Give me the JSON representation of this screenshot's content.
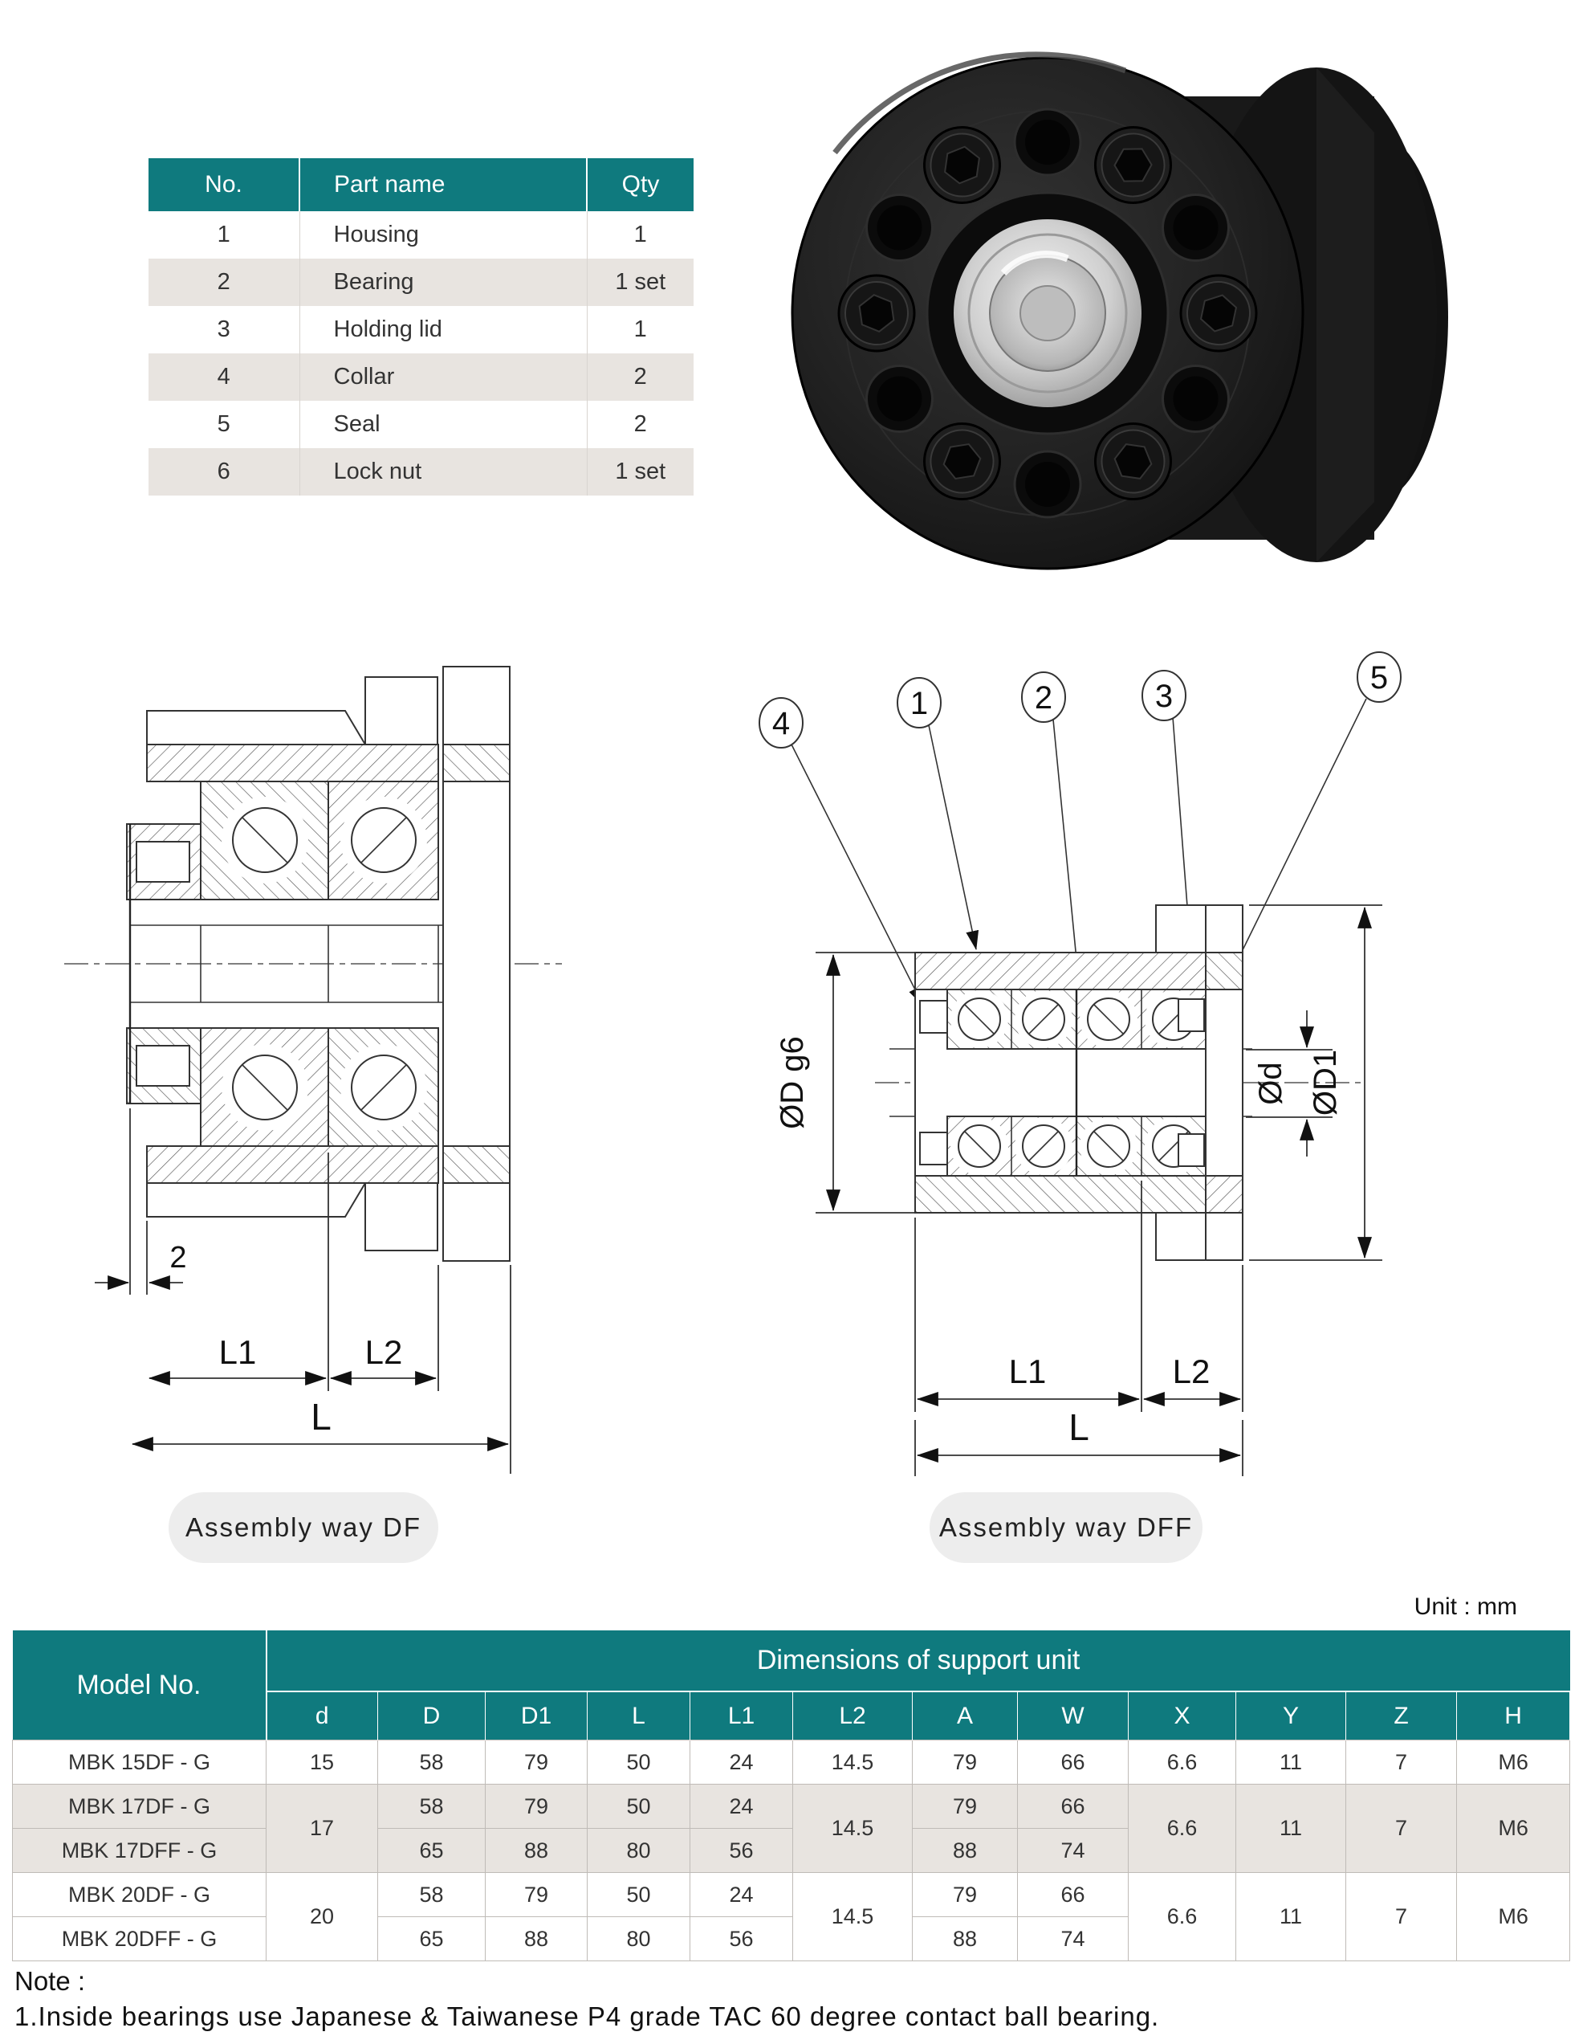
{
  "colors": {
    "teal": "#0f7a7e",
    "row_alt": "#e8e4e0",
    "pill_bg": "#ededed",
    "photo_black": "#1a1a1a",
    "metal_silver": "#d9d9d9"
  },
  "parts_table": {
    "headers": [
      "No.",
      "Part name",
      "Qty"
    ],
    "rows": [
      {
        "no": "1",
        "name": "Housing",
        "qty": "1"
      },
      {
        "no": "2",
        "name": "Bearing",
        "qty": "1 set"
      },
      {
        "no": "3",
        "name": "Holding lid",
        "qty": "1"
      },
      {
        "no": "4",
        "name": "Collar",
        "qty": "2"
      },
      {
        "no": "5",
        "name": "Seal",
        "qty": "2"
      },
      {
        "no": "6",
        "name": "Lock nut",
        "qty": "1 set"
      }
    ]
  },
  "drawings": {
    "df": {
      "label": "Assembly way DF",
      "dim_gap": "2",
      "dim_l1": "L1",
      "dim_l2": "L2",
      "dim_l": "L"
    },
    "dff": {
      "label": "Assembly way DFF",
      "balloons": [
        "1",
        "2",
        "3",
        "4",
        "5"
      ],
      "dim_dg6": "ØD g6",
      "dim_d": "Ød",
      "dim_d1": "ØD1",
      "dim_l1": "L1",
      "dim_l2": "L2",
      "dim_l": "L"
    }
  },
  "unit_label": "Unit : mm",
  "dimensions_table": {
    "model_header": "Model No.",
    "title": "Dimensions of support unit",
    "columns": [
      "d",
      "D",
      "D1",
      "L",
      "L1",
      "L2",
      "A",
      "W",
      "X",
      "Y",
      "Z",
      "H"
    ],
    "rows": [
      {
        "cells": [
          "MBK 15DF - G",
          "15",
          "58",
          "79",
          "50",
          "24",
          "14.5",
          "79",
          "66",
          "6.6",
          "11",
          "7",
          "M6"
        ]
      },
      {
        "cells": [
          "MBK 17DF - G",
          "17",
          "58",
          "79",
          "50",
          "24",
          "14.5",
          "79",
          "66",
          "6.6",
          "11",
          "7",
          "M6"
        ]
      },
      {
        "cells": [
          "MBK 17DFF - G",
          "65",
          "88",
          "80",
          "56",
          "88",
          "74"
        ]
      },
      {
        "cells": [
          "MBK 20DF - G",
          "20",
          "58",
          "79",
          "50",
          "24",
          "14.5",
          "79",
          "66",
          "6.6",
          "11",
          "7",
          "M6"
        ]
      },
      {
        "cells": [
          "MBK 20DFF - G",
          "65",
          "88",
          "80",
          "56",
          "88",
          "74"
        ]
      }
    ]
  },
  "note": {
    "title": "Note :",
    "line1": "1.Inside bearings use Japanese & Taiwanese P4 grade TAC 60 degree contact ball bearing."
  }
}
